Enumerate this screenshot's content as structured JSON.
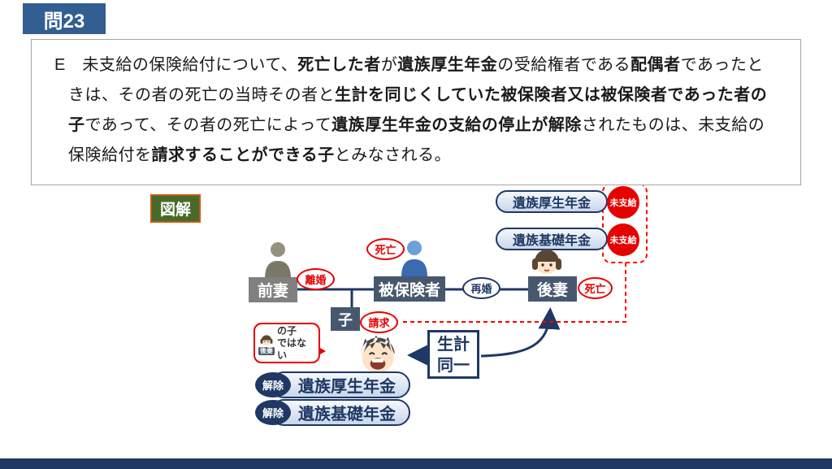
{
  "header": {
    "question_badge": "問23"
  },
  "question": {
    "segments": [
      {
        "t": "E　未支給の保険給付について、",
        "b": false
      },
      {
        "t": "死亡した者",
        "b": true
      },
      {
        "t": "が",
        "b": false
      },
      {
        "t": "遺族厚生年金",
        "b": true
      },
      {
        "t": "の受給権者である",
        "b": false
      },
      {
        "t": "配偶者",
        "b": true
      },
      {
        "t": "であったときは、その者の死亡の当時その者と",
        "b": false
      },
      {
        "t": "生計を同じくしていた被保険者又は被保険者であった者の子",
        "b": true
      },
      {
        "t": "であって、その者の死亡によって",
        "b": false
      },
      {
        "t": "遺族厚生年金の支給の停止が解除",
        "b": true
      },
      {
        "t": "されたものは、未支給の保険給付を",
        "b": false
      },
      {
        "t": "請求することができる子",
        "b": true
      },
      {
        "t": "とみなされる。",
        "b": false
      }
    ]
  },
  "diagram": {
    "label": "図解",
    "top_pensions": [
      {
        "name": "遺族厚生年金",
        "status": "未支給"
      },
      {
        "name": "遺族基礎年金",
        "status": "未支給"
      }
    ],
    "family": {
      "ex_wife": "前妻",
      "divorce": "離婚",
      "insured": "被保険者",
      "insured_death": "死亡",
      "remarriage": "再婚",
      "second_wife": "後妻",
      "second_wife_death": "死亡",
      "child": "子",
      "claim": "請求"
    },
    "bubble": {
      "tag": "後妻",
      "line1": "の子",
      "line2": "ではない"
    },
    "livelihood": {
      "line1": "生計",
      "line2": "同一"
    },
    "bottom_pensions": [
      {
        "status": "解除",
        "name": "遺族厚生年金"
      },
      {
        "status": "解除",
        "name": "遺族基礎年金"
      }
    ]
  },
  "colors": {
    "accent_navy": "#1f3864",
    "question_badge_blue": "#335e91",
    "alert_red": "#e60000",
    "zukai_green": "#466b29",
    "zukai_border_orange": "#c55a11",
    "person_slab_blue": "#47586e",
    "exwife_gray": "#808080"
  }
}
